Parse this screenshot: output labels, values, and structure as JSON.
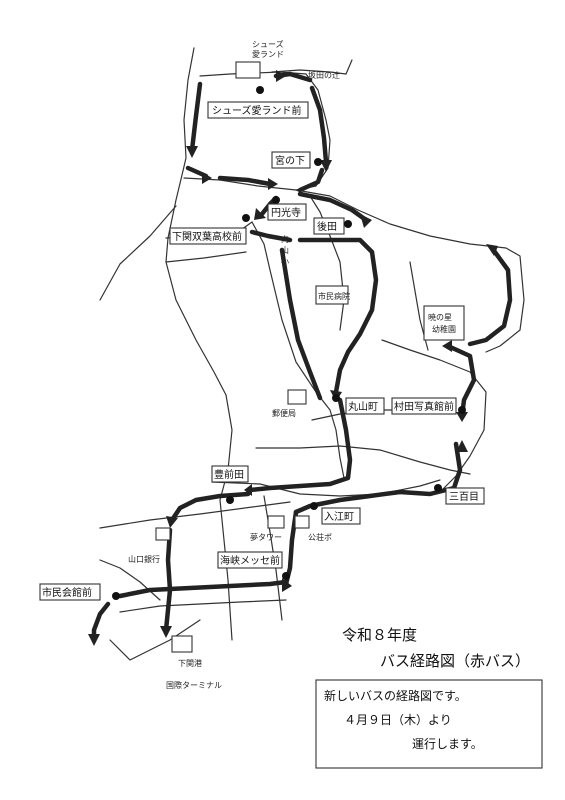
{
  "title": {
    "line1": "令和８年度",
    "line2": "バス経路図（赤バス）"
  },
  "notice": {
    "line1": "新しいバスの経路図です。",
    "line2": "４月９日（木）より",
    "line3": "運行します。"
  },
  "stops": [
    {
      "id": "shoes-ailand-mae",
      "label": "シューズ愛ランド前"
    },
    {
      "id": "miya-no-shita",
      "label": "宮の下"
    },
    {
      "id": "enkoji",
      "label": "円光寺"
    },
    {
      "id": "shimonoseki-futaba",
      "label": "下関双葉高校前"
    },
    {
      "id": "ushiroda",
      "label": "後田"
    },
    {
      "id": "maruyamacho",
      "label": "丸山町"
    },
    {
      "id": "murata-shashinkan",
      "label": "村田写真館前"
    },
    {
      "id": "sanbyakume",
      "label": "三百目"
    },
    {
      "id": "buzenda",
      "label": "豊前田"
    },
    {
      "id": "irie-cho",
      "label": "入江町"
    },
    {
      "id": "kaikyo-messe",
      "label": "海峡メッセ前"
    },
    {
      "id": "shimin-kaikan",
      "label": "市民会館前"
    }
  ],
  "landmarks": {
    "shoes_ailand_line1": "シューズ",
    "shoes_ailand_line2": "愛ランド",
    "sakata_no_tsuji": "坂田の辻",
    "mukaiyama_line1": "向",
    "mukaiyama_line2": "山",
    "mukaiyama_line3": "小",
    "shimin_byoin": "市民病院",
    "akatsuki_line1": "暁の星",
    "akatsuki_line2": "幼稚園",
    "post_office": "郵便局",
    "yamaguchi_bank": "山口銀行",
    "yume_tower": "夢タワー",
    "koso_po": "公荘ポ",
    "port_line1": "下関港",
    "port_line2": "国際ターミナル"
  }
}
